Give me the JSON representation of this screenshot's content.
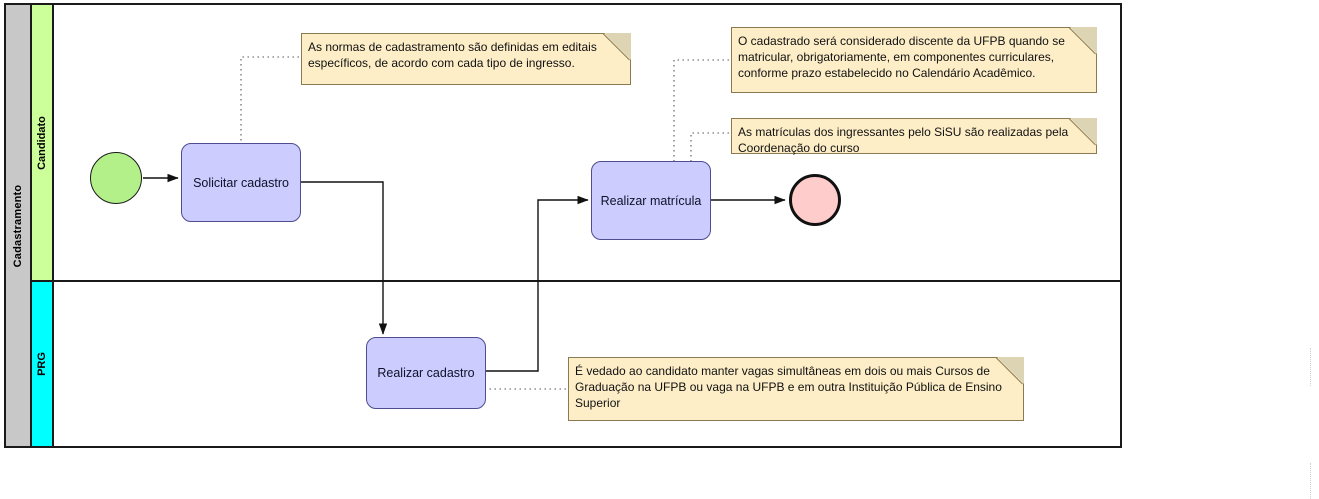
{
  "diagram": {
    "type": "bpmn-process",
    "pool": {
      "label": "Cadastramento"
    },
    "lanes": [
      {
        "id": "candidato",
        "label": "Candidato",
        "color": "#ccff99"
      },
      {
        "id": "prg",
        "label": "PRG",
        "color": "#00ffff"
      }
    ],
    "events": [
      {
        "id": "start",
        "kind": "start-event",
        "label": "",
        "color": "#b3f08a"
      },
      {
        "id": "end",
        "kind": "end-event",
        "label": "",
        "color": "#ffcccc"
      }
    ],
    "tasks": [
      {
        "id": "solicitar",
        "label": "Solicitar cadastro",
        "lane": "candidato",
        "color": "#ccccff"
      },
      {
        "id": "matricula",
        "label": "Realizar matrícula",
        "lane": "candidato",
        "color": "#ccccff"
      },
      {
        "id": "cadastro",
        "label": "Realizar cadastro",
        "lane": "prg",
        "color": "#ccccff"
      }
    ],
    "annotations": [
      {
        "id": "normas",
        "text": "As normas de cadastramento são definidas em editais específicos, de acordo com cada tipo de ingresso.",
        "attached_to": "solicitar"
      },
      {
        "id": "discente",
        "text": "O cadastrado será considerado discente da UFPB quando se matricular, obrigatoriamente, em componentes curriculares, conforme prazo estabelecido no Calendário Acadêmico.",
        "attached_to": "matricula"
      },
      {
        "id": "sisu",
        "text": "As matrículas dos ingressantes pelo SiSU são realizadas pela Coordenação do curso",
        "attached_to": "matricula"
      },
      {
        "id": "vedado",
        "text": "É vedado ao candidato manter vagas simultâneas em dois ou mais Cursos de Graduação na UFPB ou vaga na UFPB e em outra Instituição Pública de Ensino Superior",
        "attached_to": "cadastro"
      }
    ],
    "flows": [
      {
        "from": "start",
        "to": "solicitar",
        "label": ""
      },
      {
        "from": "solicitar",
        "to": "cadastro",
        "label": ""
      },
      {
        "from": "cadastro",
        "to": "matricula",
        "label": ""
      },
      {
        "from": "matricula",
        "to": "end",
        "label": ""
      }
    ],
    "colors": {
      "pool_header": "#c8c8c8",
      "task_fill": "#ccccff",
      "note_fill": "#fdeec8",
      "stroke": "#1a1a1a"
    }
  }
}
